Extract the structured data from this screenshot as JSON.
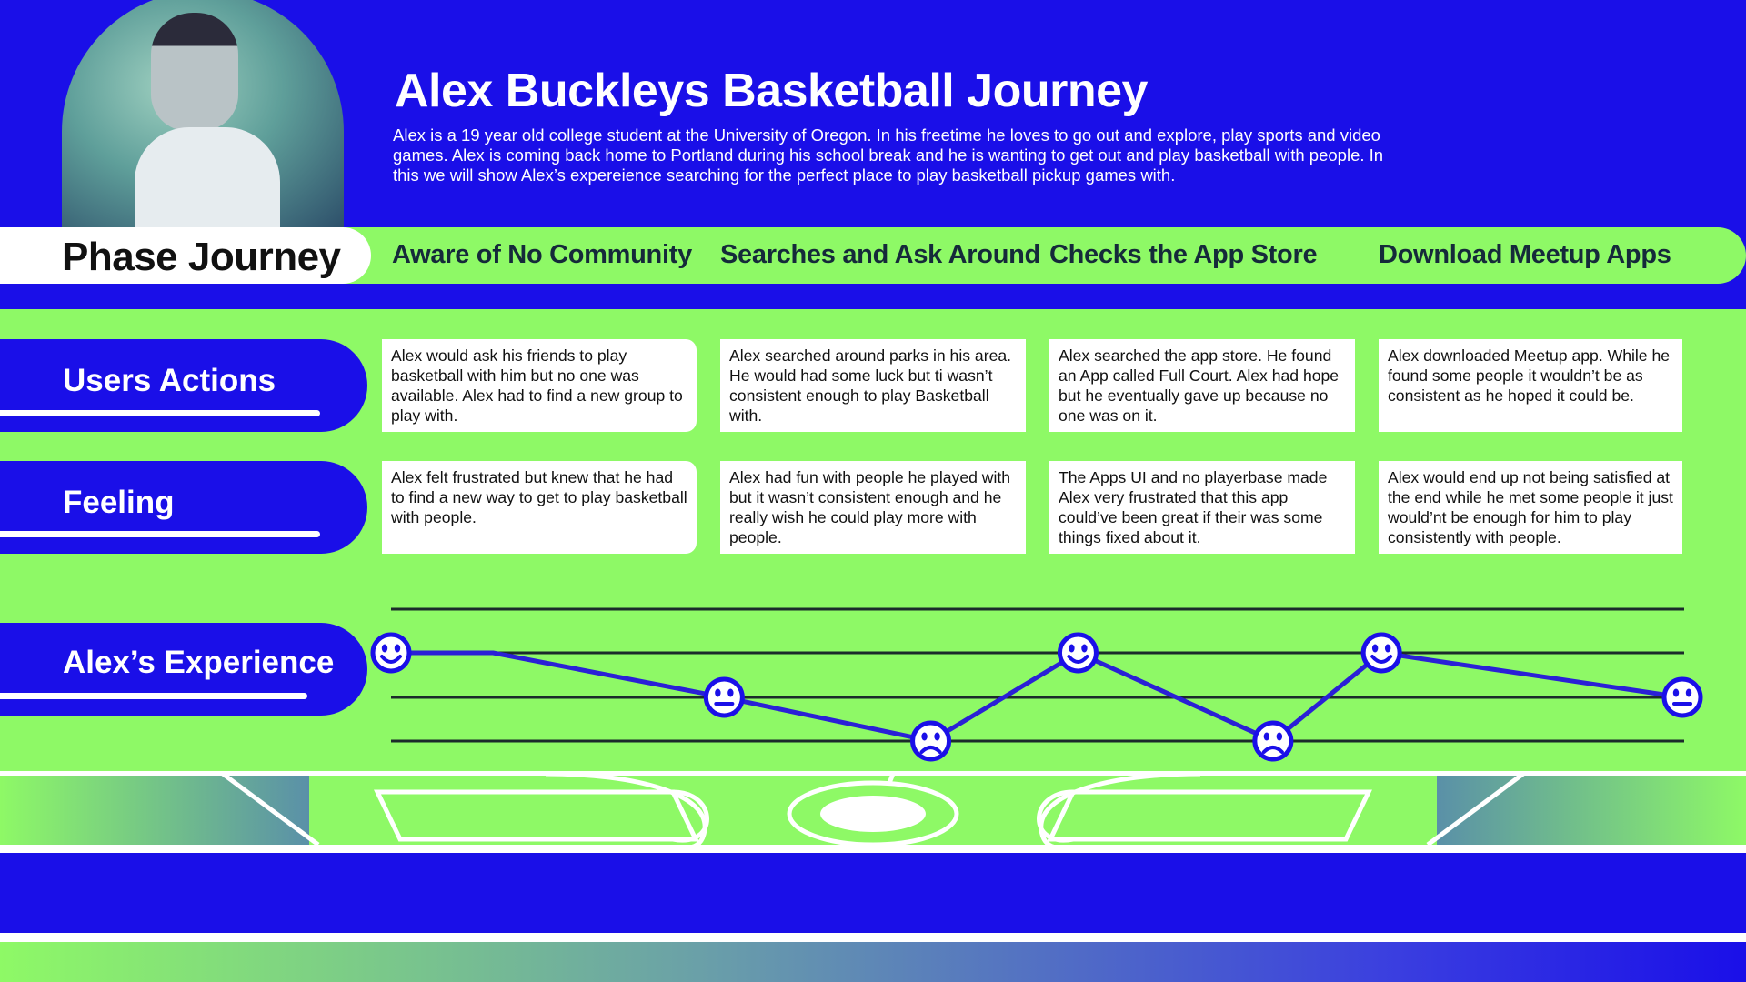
{
  "title": "Alex Buckleys Basketball Journey",
  "intro": "Alex is a 19 year old college student at the University of Oregon. In his freetime he loves to go out and explore, play sports and video games. Alex is coming back home to Portland during his school break and he is wanting to get out and play basketball with people. In this we will show Alex’s expereience searching for the perfect place to play basketball pickup games with.",
  "phase_label": "Phase Journey",
  "phases": [
    "Aware of No Community",
    "Searches and Ask Around",
    "Checks the App Store",
    "Download Meetup Apps"
  ],
  "rows": {
    "actions": {
      "label": "Users Actions",
      "cells": [
        "Alex would ask his friends to play basketball with him but no one was available. Alex had to find a new group to play with.",
        "Alex searched around parks in his area. He would had some luck but ti wasn’t consistent enough to play Basketball with.",
        "Alex searched the app store. He found an App called Full Court. Alex had hope but he eventually gave up because no one was on it.",
        "Alex downloaded Meetup app. While he found some people it wouldn’t be as consistent as he hoped it could be."
      ]
    },
    "feeling": {
      "label": "Feeling",
      "cells": [
        "Alex felt frustrated but knew that he had to find a new way to get to play basketball with people.",
        "Alex had fun with people he played with but it wasn’t consistent enough and he really wish he could play more with people.",
        "The Apps UI and no playerbase made Alex very frustrated that this app could’ve been great if their was some things fixed about it.",
        "Alex would end up not being satisfied at the end while he met some people it just would’nt be enough for him to play consistently with people."
      ]
    }
  },
  "experience": {
    "label": "Alex’s Experience",
    "points": [
      {
        "x": 0.0,
        "mood": "happy"
      },
      {
        "x": 0.258,
        "mood": "neutral"
      },
      {
        "x": 0.418,
        "mood": "sad"
      },
      {
        "x": 0.532,
        "mood": "happy"
      },
      {
        "x": 0.683,
        "mood": "sad"
      },
      {
        "x": 0.767,
        "mood": "happy"
      },
      {
        "x": 1.0,
        "mood": "neutral"
      }
    ],
    "extra_vertex_x": 0.079
  },
  "colors": {
    "blue": "#1a0fe8",
    "green": "#8ef966",
    "line": "#2a20d6"
  }
}
